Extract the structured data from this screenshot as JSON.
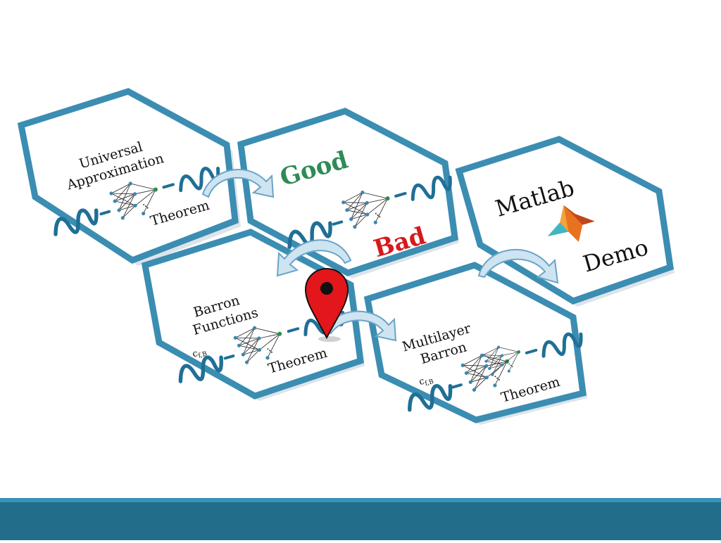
{
  "tiles": {
    "universal": {
      "line1": "Universal",
      "line2": "Approximation",
      "bottom": "Theorem"
    },
    "good_bad": {
      "top": "Good",
      "bottom": "Bad",
      "top_color": "#2e8b57",
      "bottom_color": "#d7191c"
    },
    "matlab": {
      "top": "Matlab",
      "bottom": "Demo",
      "icon": "matlab-logo-icon"
    },
    "barron_functions": {
      "line1": "Barron",
      "line2": "Functions",
      "coeff": "c",
      "coeff_sub": "f,B",
      "bottom": "Theorem"
    },
    "multilayer": {
      "line1": "Multilayer",
      "line2": "Barron",
      "coeff": "c",
      "coeff_sub": "f,B",
      "bottom": "Theorem"
    }
  },
  "pin": {
    "icon": "map-pin-icon",
    "color": "#e3161b"
  },
  "accent": {
    "hex_border": "#3b8db2",
    "wave": "#1f6f96",
    "footer": "#226d8a"
  }
}
